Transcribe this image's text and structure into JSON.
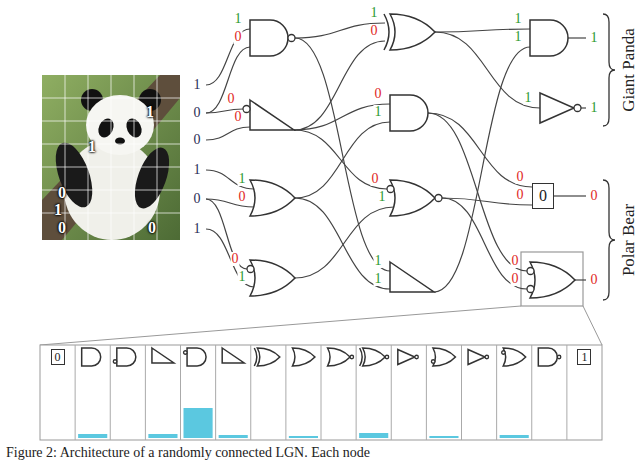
{
  "diagram": {
    "caption": "Figure 2: Architecture of a randomly connected LGN. Each node",
    "nodes": [
      {
        "text": [
          "0"
        ]
      },
      {
        "text": [
          "0"
        ]
      },
      {
        "text": [
          "1"
        ]
      }
    ],
    "labels": [
      "1",
      "1",
      "0",
      "1",
      "0",
      "0",
      "1",
      "0",
      "0",
      "1",
      "0",
      "1",
      "1",
      "0",
      "0",
      "0",
      "1",
      "0",
      "0",
      "1",
      "1",
      "0",
      "0",
      "1",
      "0",
      "1",
      "1",
      "1",
      "1",
      "1",
      "1",
      "1",
      "1",
      "0",
      "0",
      "0",
      "0",
      "0",
      "0",
      "Giant Panda",
      "Polar Bear"
    ]
  }
}
